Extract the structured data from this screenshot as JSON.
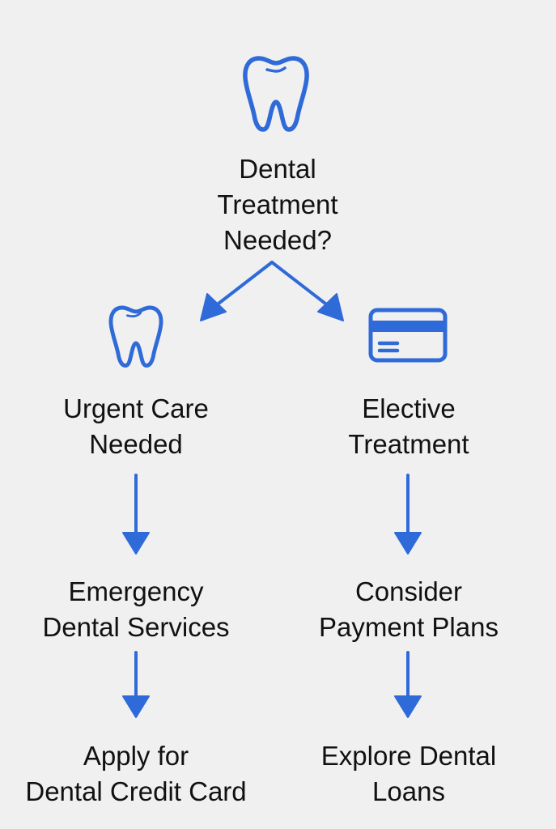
{
  "colors": {
    "background": "#f0f0f0",
    "accent": "#2f6ad9",
    "text": "#111111"
  },
  "root": {
    "icon": "tooth-icon",
    "lines": [
      "Dental",
      "Treatment",
      "Needed?"
    ]
  },
  "branches": [
    {
      "icon": "tooth-icon",
      "steps": [
        {
          "lines": [
            "Urgent Care",
            "Needed"
          ]
        },
        {
          "lines": [
            "Emergency",
            "Dental Services"
          ]
        },
        {
          "lines": [
            "Apply for",
            "Dental Credit Card"
          ]
        }
      ]
    },
    {
      "icon": "credit-card-icon",
      "steps": [
        {
          "lines": [
            "Elective",
            "Treatment"
          ]
        },
        {
          "lines": [
            "Consider",
            "Payment Plans"
          ]
        },
        {
          "lines": [
            "Explore Dental",
            "Loans"
          ]
        }
      ]
    }
  ]
}
